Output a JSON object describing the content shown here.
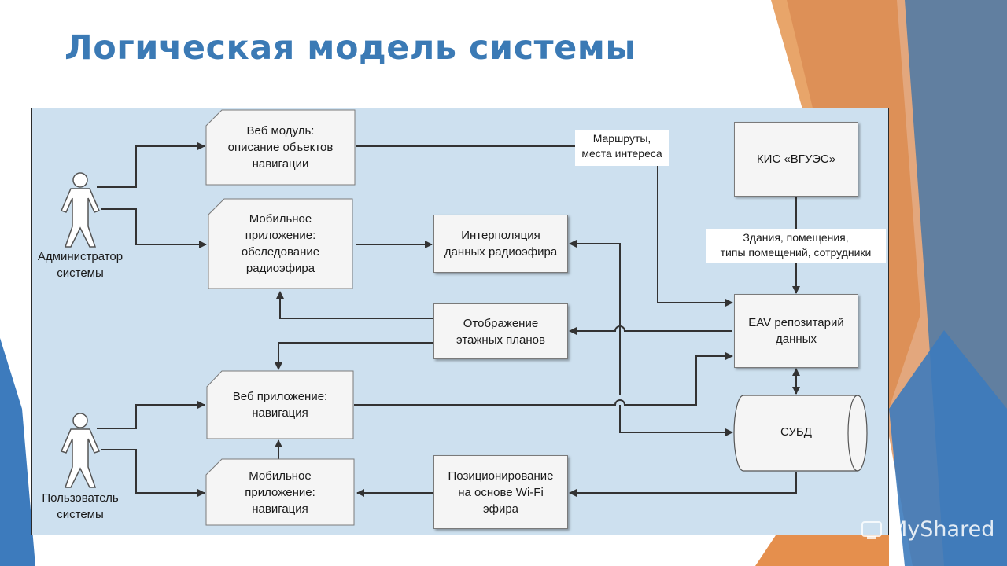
{
  "slide": {
    "title": "Логическая модель системы",
    "watermark": "MyShared"
  },
  "colors": {
    "title": "#3b7ab5",
    "panel": "#cde0ef",
    "box_fill": "#f5f5f5",
    "line": "#333333",
    "deco_orange": "#e07b2e",
    "deco_blue": "#3d7bbd"
  },
  "diagram": {
    "actors": [
      {
        "id": "admin",
        "label": "Администратор\nсистемы"
      },
      {
        "id": "user",
        "label": "Пользователь\nсистемы"
      }
    ],
    "nodes": [
      {
        "id": "web_module",
        "label": "Веб модуль:\nописание объектов\nнавигации",
        "shape": "card"
      },
      {
        "id": "mobile_survey",
        "label": "Мобильное\nприложение:\nобследование\nрадиоэфира",
        "shape": "card"
      },
      {
        "id": "interpolation",
        "label": "Интерполяция\nданных радиоэфира",
        "shape": "rect"
      },
      {
        "id": "floor_plans",
        "label": "Отображение\nэтажных планов",
        "shape": "rect"
      },
      {
        "id": "web_nav",
        "label": "Веб приложение:\nнавигация",
        "shape": "card"
      },
      {
        "id": "mobile_nav",
        "label": "Мобильное\nприложение:\nнавигация",
        "shape": "card"
      },
      {
        "id": "wifi_positioning",
        "label": "Позиционирование\nна основе Wi-Fi\nэфира",
        "shape": "rect"
      },
      {
        "id": "kis",
        "label": "КИС «ВГУЭС»",
        "shape": "rect"
      },
      {
        "id": "eav",
        "label": "EAV репозитарий\nданных",
        "shape": "rect"
      },
      {
        "id": "dbms",
        "label": "СУБД",
        "shape": "cylinder"
      }
    ],
    "edge_labels": {
      "routes": "Маршруты,\nместа интереса",
      "buildings": "Здания, помещения,\nтипы помещений, сотрудники"
    },
    "edges": [
      {
        "from": "admin",
        "to": "web_module"
      },
      {
        "from": "admin",
        "to": "mobile_survey"
      },
      {
        "from": "mobile_survey",
        "to": "interpolation"
      },
      {
        "from": "dbms",
        "to": "interpolation"
      },
      {
        "from": "web_module",
        "to": "eav",
        "label": "routes"
      },
      {
        "from": "kis",
        "to": "eav",
        "label": "buildings"
      },
      {
        "from": "floor_plans",
        "to": "mobile_survey"
      },
      {
        "from": "floor_plans",
        "to": "web_nav"
      },
      {
        "from": "eav",
        "to": "floor_plans"
      },
      {
        "from": "eav",
        "to": "dbms",
        "bidirectional": true
      },
      {
        "from": "user",
        "to": "web_nav"
      },
      {
        "from": "user",
        "to": "mobile_nav"
      },
      {
        "from": "web_nav",
        "to": "eav"
      },
      {
        "from": "mobile_nav",
        "to": "web_nav"
      },
      {
        "from": "wifi_positioning",
        "to": "mobile_nav"
      },
      {
        "from": "dbms",
        "to": "wifi_positioning"
      },
      {
        "from": "interpolation",
        "to": "dbms"
      }
    ]
  }
}
